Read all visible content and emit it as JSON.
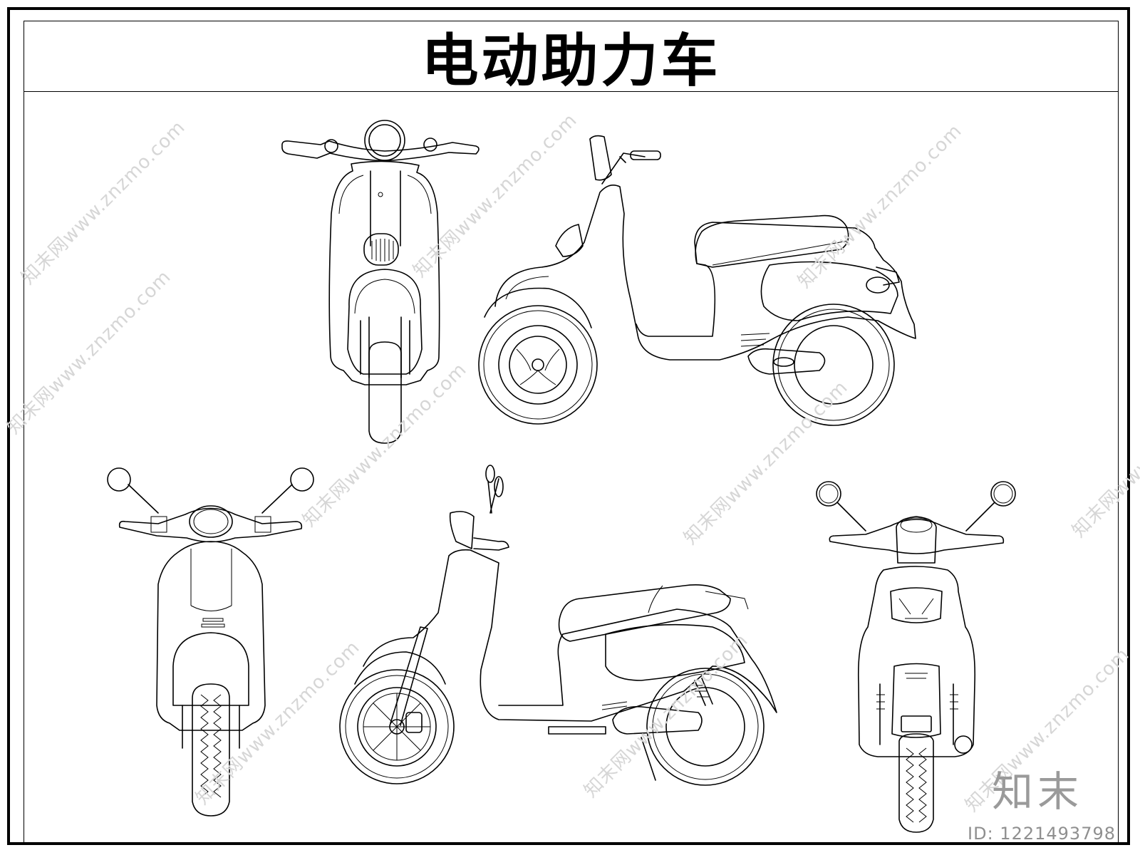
{
  "title": "电动助力车",
  "watermark": {
    "text": "知末网www.znzmo.com",
    "brand": "知末",
    "id_text": "ID: 1221493798"
  },
  "views": [
    "front-view-top",
    "side-view-top",
    "front-view-bottom",
    "side-view-bottom",
    "rear-view-bottom"
  ],
  "colors": {
    "line": "#000000",
    "background": "#ffffff",
    "watermark": "#d6d6d6"
  }
}
